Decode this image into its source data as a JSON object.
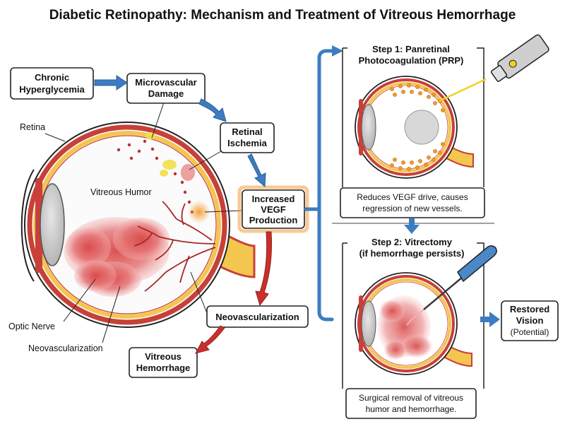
{
  "title": "Diabetic Retinopathy: Mechanism and Treatment of Vitreous Hemorrhage",
  "flow": {
    "chronic_hyperglycemia": [
      "Chronic",
      "Hyperglycemia"
    ],
    "microvascular_damage": [
      "Microvascular",
      "Damage"
    ],
    "retinal_ischemia": [
      "Retinal",
      "Ischemia"
    ],
    "increased_vegf": [
      "Increased",
      "VEGF",
      "Production"
    ],
    "neovascularization": "Neovascularization",
    "vitreous_hemorrhage": [
      "Vitreous",
      "Hemorrhage"
    ]
  },
  "eye_labels": {
    "retina": "Retina",
    "vitreous_humor": "Vitreous Humor",
    "optic_nerve": "Optic Nerve",
    "neovascularization": "Neovascularization"
  },
  "treatment": {
    "step1_title": [
      "Step 1: Panretinal",
      "Photocoagulation (PRP)"
    ],
    "step1_desc": [
      "Reduces VEGF drive, causes",
      "regression of new vessels."
    ],
    "step2_title": [
      "Step 2: Vitrectomy",
      "(if hemorrhage persists)"
    ],
    "step2_desc": [
      "Surgical removal of vitreous",
      "humor and hemorrhage."
    ],
    "outcome": [
      "Restored",
      "Vision",
      "(Potential)"
    ]
  },
  "colors": {
    "blue_arrow": "#3d7cc0",
    "red_arrow": "#c8302c",
    "vegf_glow": "#f5a040",
    "hemorrhage": "#dc5a5a",
    "sclera_red": "#c8403a",
    "retina_yellow": "#f3c650",
    "laser_orange": "#f09a30",
    "lens_gray": "#c8c8c8"
  },
  "icons": [
    "laser-probe-icon",
    "vitrectomy-probe-icon"
  ]
}
